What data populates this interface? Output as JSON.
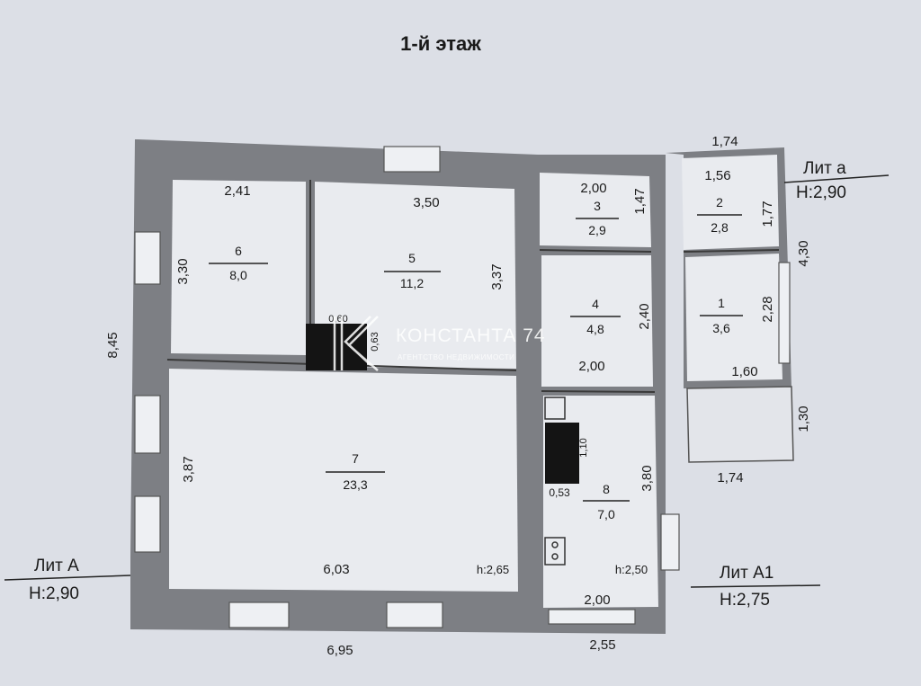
{
  "title": "1-й  этаж",
  "labels": {
    "lit_A": "Лит А",
    "lit_A_h": "Н:2,90",
    "lit_a": "Лит а",
    "lit_a_h": "Н:2,90",
    "lit_A1": "Лит А1",
    "lit_A1_h": "Н:2,75",
    "h_left": "h:2,65",
    "h_right": "h:2,50"
  },
  "rooms": [
    {
      "num": "1",
      "area": "3,6"
    },
    {
      "num": "2",
      "area": "2,8"
    },
    {
      "num": "3",
      "area": "2,9"
    },
    {
      "num": "4",
      "area": "4,8"
    },
    {
      "num": "5",
      "area": "11,2"
    },
    {
      "num": "6",
      "area": "8,0"
    },
    {
      "num": "7",
      "area": "23,3"
    },
    {
      "num": "8",
      "area": "7,0"
    }
  ],
  "dimensions": {
    "d_2_41": "2,41",
    "d_3_50": "3,50",
    "d_2_00_top": "2,00",
    "d_1_47": "1,47",
    "d_1_74_top": "1,74",
    "d_1_56": "1,56",
    "d_1_77": "1,77",
    "d_4_30": "4,30",
    "d_3_30": "3,30",
    "d_3_37": "3,37",
    "d_2_40": "2,40",
    "d_2_28": "2,28",
    "d_8_45": "8,45",
    "d_0_60": "0,60",
    "d_0_63": "0,63",
    "d_2_00_mid": "2,00",
    "d_1_60": "1,60",
    "d_1_30": "1,30",
    "d_1_10": "1,10",
    "d_3_87": "3,87",
    "d_3_80": "3,80",
    "d_1_74_bottom": "1,74",
    "d_0_53": "0,53",
    "d_6_03": "6,03",
    "d_2_00_bottom": "2,00",
    "d_6_95": "6,95",
    "d_2_55": "2,55"
  },
  "watermark": {
    "name": "КОНСТАНТА 74",
    "sub": "АГЕНТСТВО НЕДВИЖИМОСТИ"
  },
  "colors": {
    "wall": "#7d7f84",
    "wall_dark": "#6a6c71",
    "floor": "#e9ebef",
    "background": "#dcdfe6",
    "chimney": "#141414"
  }
}
